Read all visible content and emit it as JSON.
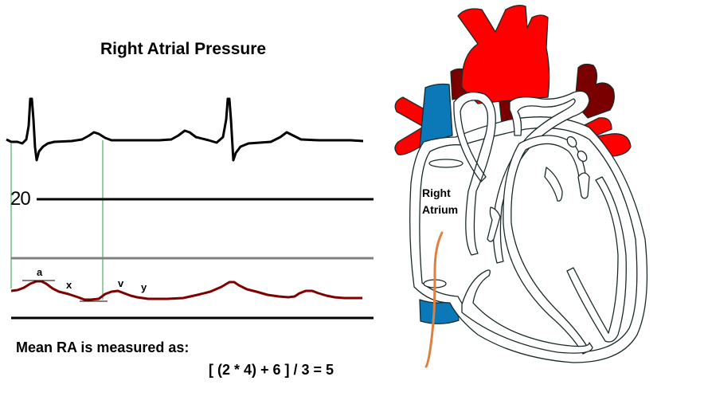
{
  "title": "Right Atrial Pressure",
  "scale": {
    "label": "20"
  },
  "waves": {
    "a_label": "a",
    "x_label": "x",
    "v_label": "v",
    "y_label": "y"
  },
  "caption": {
    "line1": "Mean RA is measured as:",
    "formula": "[ (2 * 4) + 6 ] / 3 = 5"
  },
  "heart": {
    "label_line1": "Right",
    "label_line2": "Atrium"
  },
  "colors": {
    "ecg": "#000000",
    "pressure": "#800000",
    "marker": "#2e9e4a",
    "grid_gray": "#808080",
    "artery_red": "#ff0000",
    "vein_dark": "#7a0000",
    "vena_cava_blue": "#0b78b8",
    "catheter": "#e08040"
  }
}
